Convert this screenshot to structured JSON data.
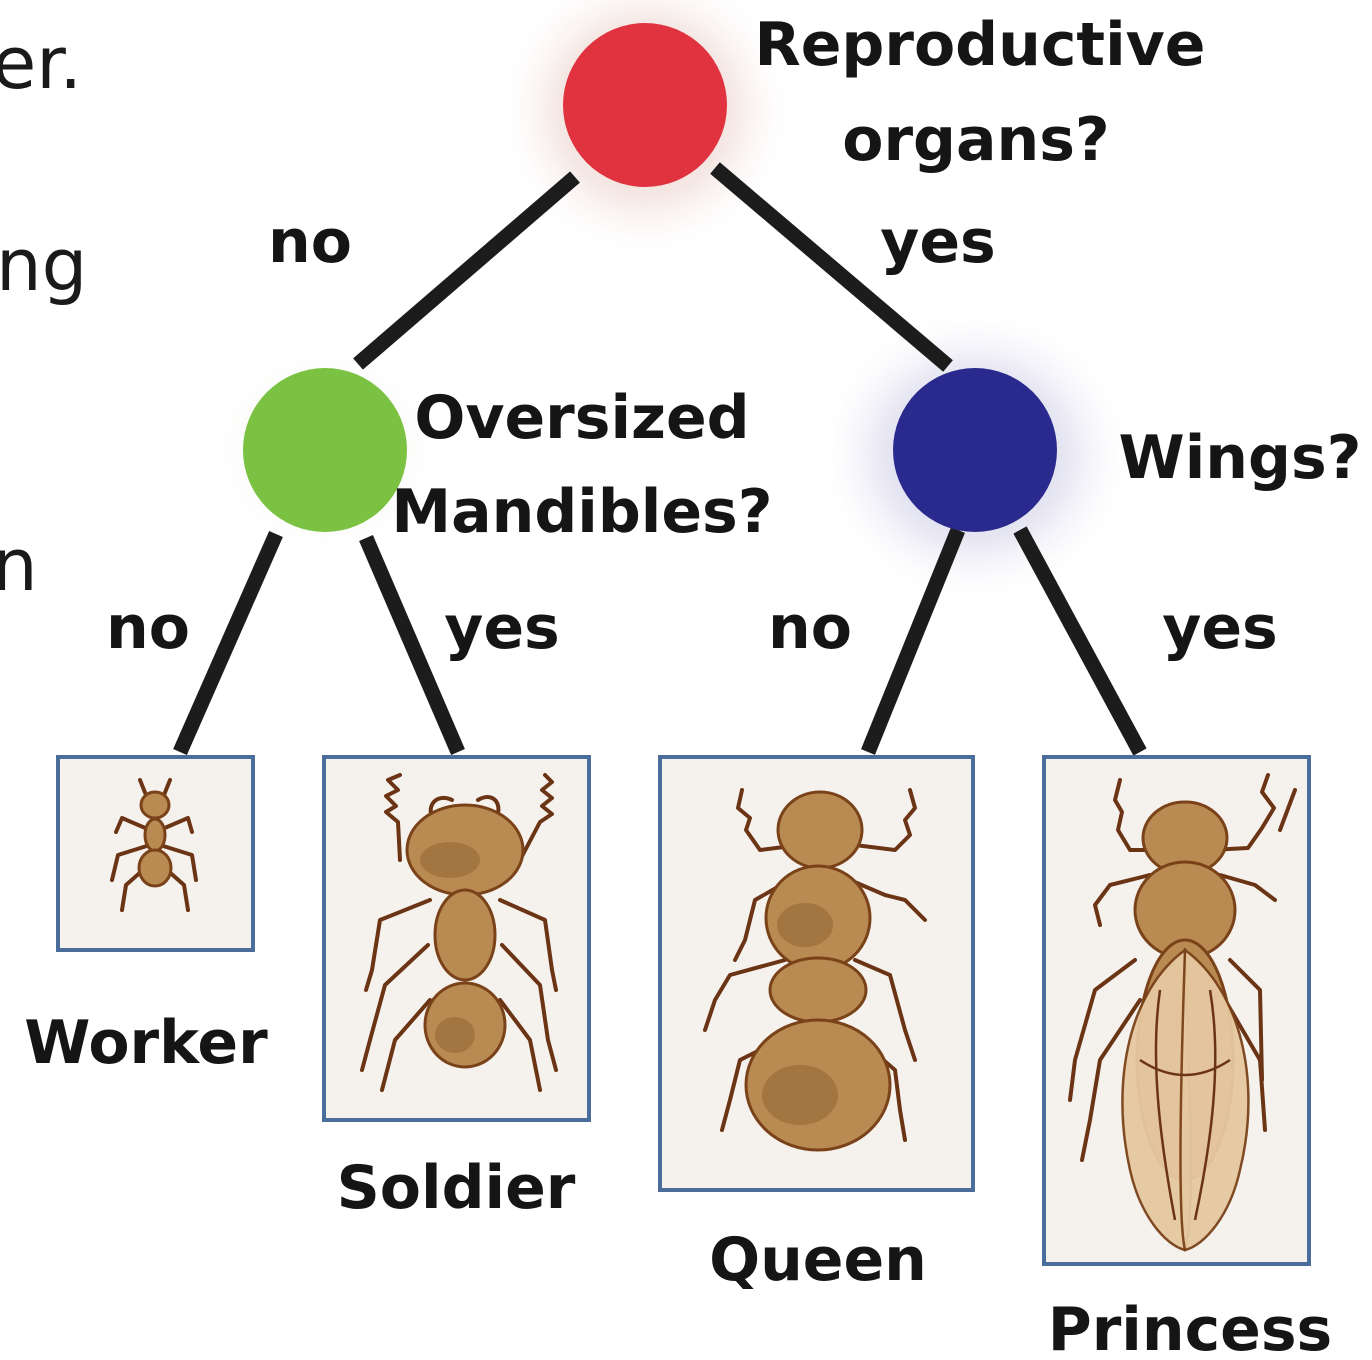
{
  "edge_text": {
    "line1": "er.",
    "line2": "ng",
    "line3": "n"
  },
  "root": {
    "question": [
      "Reproductive",
      "organs?"
    ],
    "color": "#e0333f",
    "left_label": "no",
    "right_label": "yes"
  },
  "left_node": {
    "question": [
      "Oversized",
      "Mandibles?"
    ],
    "color": "#7bc242",
    "left_label": "no",
    "right_label": "yes"
  },
  "right_node": {
    "question": [
      "Wings?"
    ],
    "color": "#2a2a8e",
    "left_label": "no",
    "right_label": "yes"
  },
  "castes": [
    {
      "name": "Worker",
      "icon": "worker-ant-icon"
    },
    {
      "name": "Soldier",
      "icon": "soldier-ant-icon"
    },
    {
      "name": "Queen",
      "icon": "queen-ant-icon"
    },
    {
      "name": "Princess",
      "icon": "princess-ant-icon"
    }
  ],
  "colors": {
    "edge": "#1c1c1c",
    "box_border": "#4a6d9c",
    "label": "#151515"
  }
}
